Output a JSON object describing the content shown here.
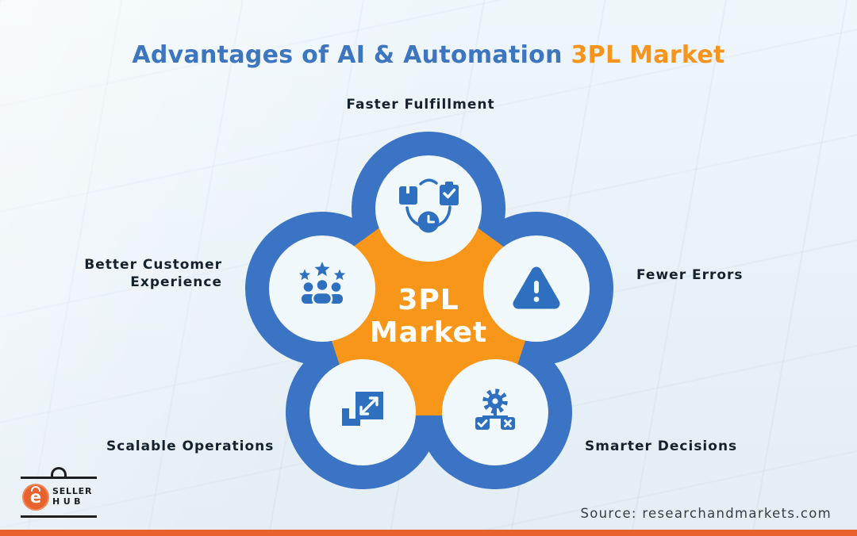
{
  "title": {
    "main": "Advantages of AI & Automation ",
    "highlight": "3PL Market"
  },
  "center": {
    "line1": "3PL",
    "line2": "Market"
  },
  "advantages": [
    {
      "id": "faster-fulfillment",
      "label": "Faster Fulfillment",
      "icon": "package-schedule-clock-icon"
    },
    {
      "id": "fewer-errors",
      "label": "Fewer Errors",
      "icon": "warning-triangle-icon"
    },
    {
      "id": "smarter-decisions",
      "label": "Smarter Decisions",
      "icon": "gear-decision-check-x-icon"
    },
    {
      "id": "scalable-operations",
      "label": "Scalable Operations",
      "icon": "expand-scale-icon"
    },
    {
      "id": "better-customer-experience",
      "label": "Better Customer Experience",
      "icon": "customers-rating-stars-icon"
    }
  ],
  "branding": {
    "logo_line1": "SELLER",
    "logo_line2": "HUB",
    "logo_mark": "e"
  },
  "source": {
    "text": "Source: researchandmarkets.com"
  },
  "colors": {
    "petal_blue": "#3b74c4",
    "icon_blue": "#2e6fbf",
    "inner_circle": "#f1f8fb",
    "center_orange": "#f8961a",
    "title_blue": "#3d75be",
    "title_orange": "#f7941d",
    "label_dark": "#15222e",
    "footer_bar_orange": "#e8632b",
    "logo_orange": "#e8622c",
    "background": "#eaf3f8"
  }
}
